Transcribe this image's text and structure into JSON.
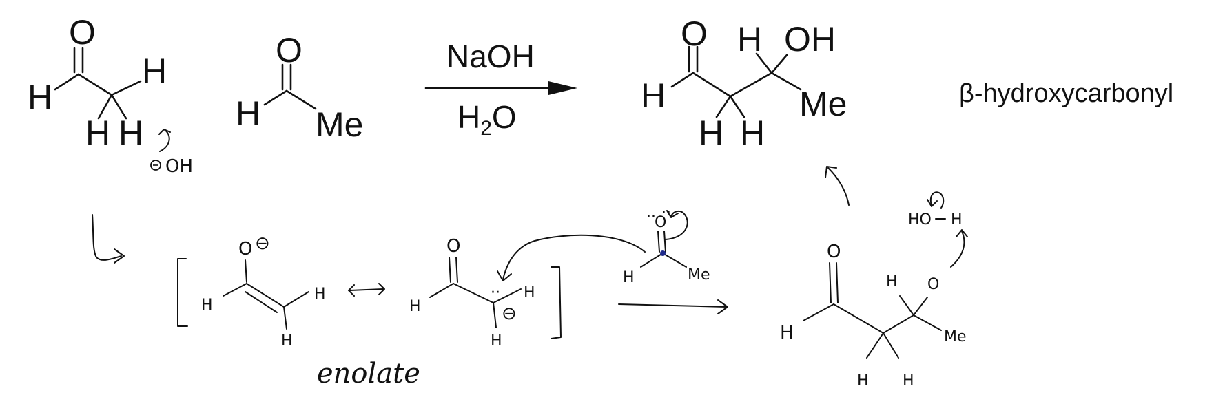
{
  "reagents": {
    "base": "NaOH",
    "solvent_main": "H",
    "solvent_sub": "2",
    "solvent_end": "O"
  },
  "product_label": "β-hydroxycarbonyl",
  "intermediate_label": "enolate",
  "atoms": {
    "O": "O",
    "H": "H",
    "Me": "Me",
    "OH": "OH"
  },
  "hand_atoms": {
    "O": "O",
    "H": "H",
    "Me": "Me",
    "OH": "OH",
    "HO": "HO",
    "minus": "⊖",
    "lone_pair": "··"
  },
  "colors": {
    "ink": "#111111",
    "dot": "#1f2a8c"
  }
}
